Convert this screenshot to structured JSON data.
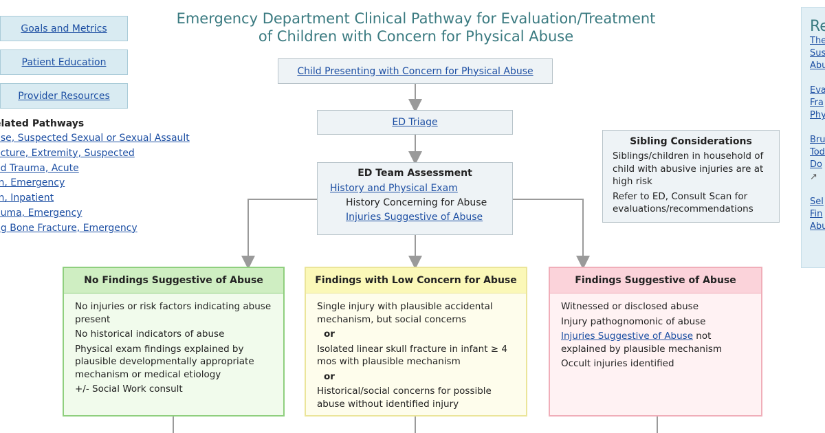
{
  "nav": {
    "goals": "Goals and Metrics",
    "education": "Patient Education",
    "resources": "Provider Resources"
  },
  "related": {
    "heading": "elated Pathways",
    "items": [
      "use, Suspected Sexual or Sexual Assault",
      "acture, Extremity, Suspected",
      "ad Trauma, Acute",
      "rn, Emergency",
      "rn, Inpatient",
      "auma, Emergency",
      "ng Bone Fracture, Emergency"
    ]
  },
  "title": {
    "line1": "Emergency Department Clinical Pathway for Evaluation/Treatment",
    "line2": "of Children with Concern for Physical Abuse"
  },
  "flow": {
    "presenting": "Child Presenting with Concern for Physical Abuse",
    "triage": "ED Triage",
    "assessment": {
      "title": "ED Team Assessment",
      "history_exam": "History and Physical Exam",
      "history_concerning": "History Concerning for Abuse",
      "injuries_link": "Injuries Suggestive of Abuse"
    }
  },
  "sibling": {
    "title": "Sibling Considerations",
    "p1": "Siblings/children in household of child with abusive injuries are at high risk",
    "p2": "Refer to ED, Consult Scan for evaluations/recommendations"
  },
  "outcomes": {
    "none": {
      "title": "No Findings Suggestive of Abuse",
      "items": [
        "No injuries or risk factors indicating abuse present",
        "No historical indicators of abuse",
        "Physical exam findings explained by plausible developmentally appropriate mechanism or medical etiology",
        "+/- Social Work consult"
      ]
    },
    "low": {
      "title": "Findings with Low Concern for Abuse",
      "item1": "Single injury with plausible accidental mechanism, but social concerns",
      "or1": "or",
      "item2": "Isolated linear skull fracture in infant ≥ 4 mos with plausible mechanism",
      "or2": "or",
      "item3": "Historical/social concerns for possible abuse without identified injury"
    },
    "high": {
      "title": "Findings Suggestive of Abuse",
      "item1": "Witnessed or disclosed abuse",
      "item2": "Injury pathognomonic of abuse",
      "item3_link": "Injuries Suggestive of Abuse",
      "item3_rest": " not explained by plausible mechanism",
      "item4": "Occult injuries identified"
    }
  },
  "right_panel": {
    "title": "Re",
    "links": [
      "The",
      "Sus",
      "Abu",
      "",
      "Eva",
      "Fra",
      "Phy",
      "",
      "Bru",
      "Tod",
      "Do",
      "",
      "Sel",
      "Fin",
      "Abu"
    ]
  },
  "colors": {
    "title": "#3a7a80",
    "link": "#1d4fa3",
    "none_header": "#cfeec2",
    "low_header": "#fbf8b8",
    "high_header": "#fbd3da",
    "connector": "#9a9a9a"
  }
}
